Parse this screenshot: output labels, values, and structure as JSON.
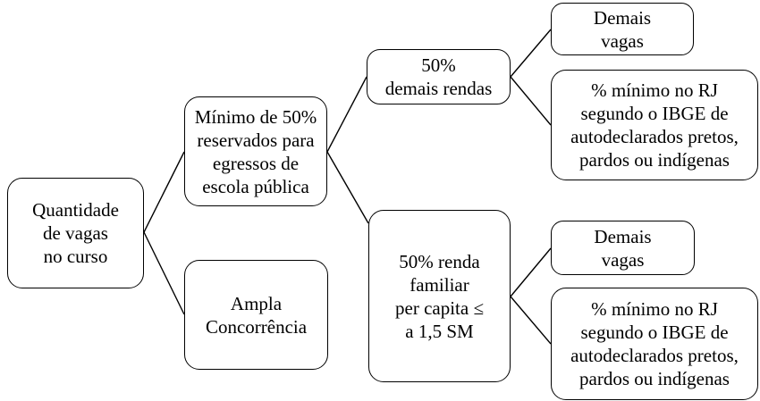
{
  "diagram": {
    "colors": {
      "background": "#ffffff",
      "border": "#000000",
      "text": "#000000"
    },
    "nodes": {
      "root": {
        "label": "Quantidade\nde vagas\nno curso"
      },
      "escola_publica": {
        "label": "Mínimo de 50%\nreservados para\negressos de\nescola pública"
      },
      "ampla_concorrencia": {
        "label": "Ampla\nConcorrência"
      },
      "demais_rendas": {
        "label": "50%\ndemais rendas"
      },
      "renda_familiar": {
        "label": "50% renda\nfamiliar\nper capita ≤\na 1,5 SM"
      },
      "demais_vagas_top": {
        "label": "Demais\nvagas"
      },
      "minimo_rj_top": {
        "label": "% mínimo no RJ\nsegundo o IBGE de\nautodeclarados pretos,\npardos ou indígenas"
      },
      "demais_vagas_bottom": {
        "label": "Demais\nvagas"
      },
      "minimo_rj_bottom": {
        "label": "% mínimo no RJ\nsegundo o IBGE de\nautodeclarados pretos,\npardos ou indígenas"
      }
    }
  }
}
